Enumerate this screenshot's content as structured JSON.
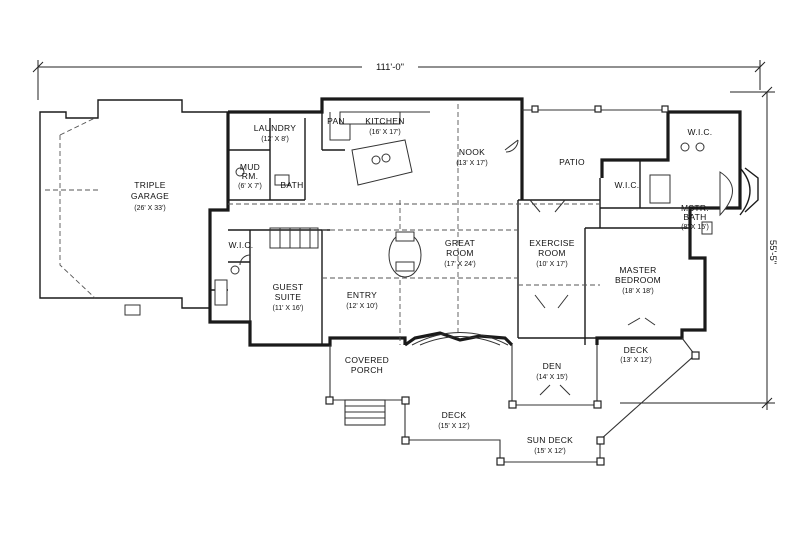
{
  "plan": {
    "overall_width": "111'-0\"",
    "overall_depth": "55'-5\"",
    "rooms": {
      "garage": {
        "name_1": "TRIPLE",
        "name_2": "GARAGE",
        "size": "(26' X 33')"
      },
      "laundry": {
        "name": "LAUNDRY",
        "size": "(12' X 8')"
      },
      "mud": {
        "name_1": "MUD",
        "name_2": "RM.",
        "size": "(6' X 7')"
      },
      "bath": {
        "name": "BATH"
      },
      "pan": {
        "name": "PAN"
      },
      "kitchen": {
        "name": "KITCHEN",
        "size": "(16' X 17')"
      },
      "nook": {
        "name": "NOOK",
        "size": "(13' X 17')"
      },
      "patio": {
        "name": "PATIO"
      },
      "wic_1": {
        "name": "W.I.C."
      },
      "wic_2": {
        "name": "W.I.C."
      },
      "wic_3": {
        "name": "W.I.C."
      },
      "mstr_bath": {
        "name_1": "MSTR.",
        "name_2": "BATH",
        "size": "(8' X 15')"
      },
      "great_room": {
        "name_1": "GREAT",
        "name_2": "ROOM",
        "size": "(17' X 24')"
      },
      "exercise": {
        "name_1": "EXERCISE",
        "name_2": "ROOM",
        "size": "(10' X 17')"
      },
      "master_bedroom": {
        "name_1": "MASTER",
        "name_2": "BEDROOM",
        "size": "(18' X 18')"
      },
      "guest_suite": {
        "name_1": "GUEST",
        "name_2": "SUITE",
        "size": "(11' X 16')"
      },
      "entry": {
        "name": "ENTRY",
        "size": "(12' X 10')"
      },
      "covered_porch": {
        "name_1": "COVERED",
        "name_2": "PORCH"
      },
      "den": {
        "name": "DEN",
        "size": "(14' X 15')"
      },
      "deck_right": {
        "name": "DECK",
        "size": "(13' X 12')"
      },
      "deck_front": {
        "name": "DECK",
        "size": "(15' X 12')"
      },
      "sun_deck": {
        "name": "SUN DECK",
        "size": "(15' X 12')"
      }
    }
  }
}
